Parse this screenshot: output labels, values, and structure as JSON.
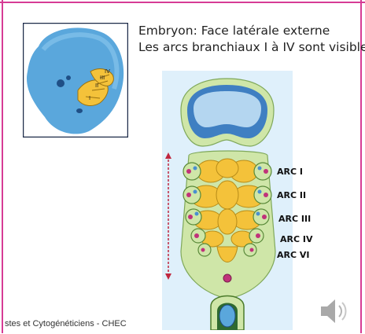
{
  "slide": {
    "title_line1": "Embryon: Face latérale externe",
    "title_line2": "Les arcs branchiaux I à IV sont visibles",
    "footer": "stes et Cytogénéticiens - CHEC"
  },
  "inset": {
    "arc_numerals": [
      "I",
      "II",
      "III",
      "IV"
    ]
  },
  "diagram": {
    "arc_labels": [
      "ARC I",
      "ARC II",
      "ARC III",
      "ARC IV",
      "ARC VI"
    ]
  },
  "colors": {
    "border": "#d63c95",
    "arch_yellow": "#f4c23a",
    "mesenchyme_green": "#cfe6a8",
    "neural_tube_blue": "#3f7fc2",
    "embryo_blue": "#5aa7dc"
  },
  "icons": [
    "speaker-icon",
    "double-arrow-icon"
  ]
}
